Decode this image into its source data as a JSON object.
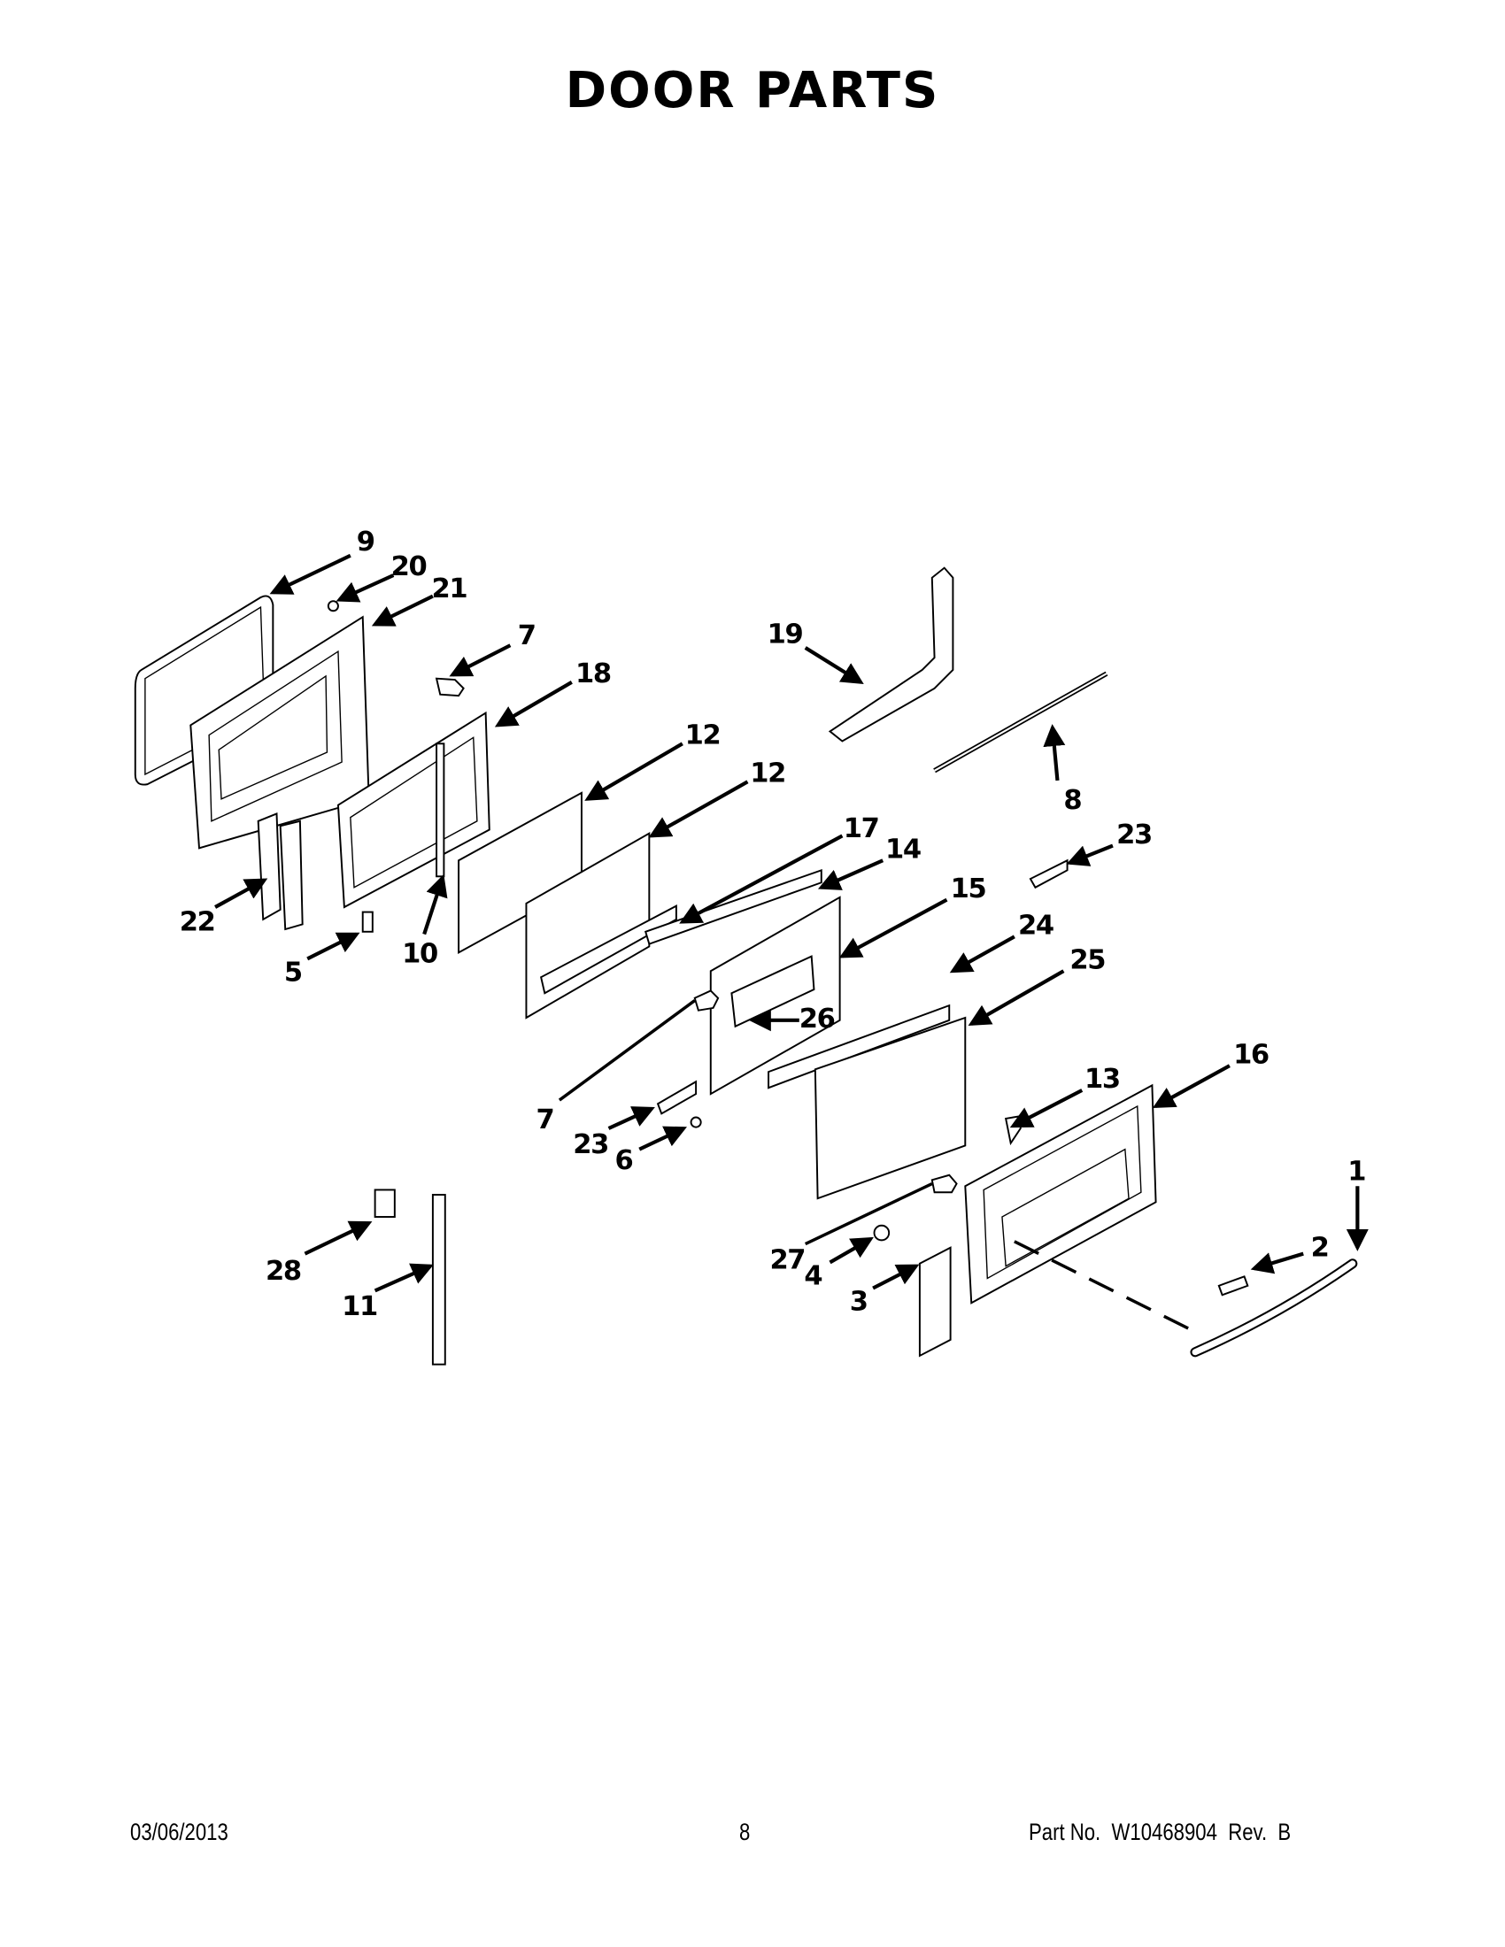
{
  "header": {
    "title": "DOOR PARTS"
  },
  "footer": {
    "date": "03/06/2013",
    "page": "8",
    "part_no": "Part No.  W10468904  Rev.  B"
  },
  "callouts": {
    "c9": "9",
    "c20": "20",
    "c21": "21",
    "c7a": "7",
    "c18": "18",
    "c12a": "12",
    "c12b": "12",
    "c17": "17",
    "c14": "14",
    "c15": "15",
    "c24": "24",
    "c25": "25",
    "c26": "26",
    "c7b": "7",
    "c23a": "23",
    "c6": "6",
    "c19": "19",
    "c8": "8",
    "c23b": "23",
    "c16": "16",
    "c13": "13",
    "c1": "1",
    "c2": "2",
    "c3": "3",
    "c4": "4",
    "c27": "27",
    "c28": "28",
    "c11": "11",
    "c22": "22",
    "c5": "5",
    "c10": "10"
  }
}
